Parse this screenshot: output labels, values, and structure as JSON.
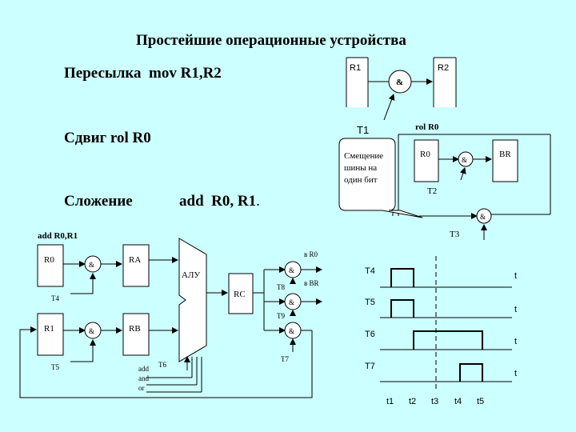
{
  "title": "Простейшие операционные устройства",
  "ops": {
    "transfer": "Пересылка  mov R1,R2",
    "shift": "Сдвиг rol R0",
    "add_word": "Сложение",
    "add_cmd": "add  R0, R1",
    "add_dot": "."
  },
  "mov_diagram": {
    "r1": "R1",
    "r2": "R2",
    "and": "&",
    "t1": "T1"
  },
  "rol_diagram": {
    "header": "rol R0",
    "r0": "R0",
    "br": "BR",
    "and": "&",
    "t2": "T2",
    "t3": "T3",
    "callout": [
      "Смещение",
      "шины на",
      "один бит"
    ]
  },
  "add_diagram": {
    "header": "add R0,R1",
    "r0": "R0",
    "r1": "R1",
    "ra": "RA",
    "rb": "RB",
    "rc": "RC",
    "alu": "АЛУ",
    "t4": "T4",
    "t5": "T5",
    "t6": "T6",
    "t7": "T7",
    "t8": "T8",
    "t9": "T9",
    "and": "&",
    "to_r0": "в R0",
    "to_br": "в BR",
    "ctrl": [
      "add",
      "and",
      "or"
    ]
  },
  "timing": {
    "signals": [
      "T4",
      "T5",
      "T6",
      "T7"
    ],
    "t_label": "t",
    "ticks": [
      "t1",
      "t2",
      "t3",
      "t4",
      "t5"
    ]
  }
}
